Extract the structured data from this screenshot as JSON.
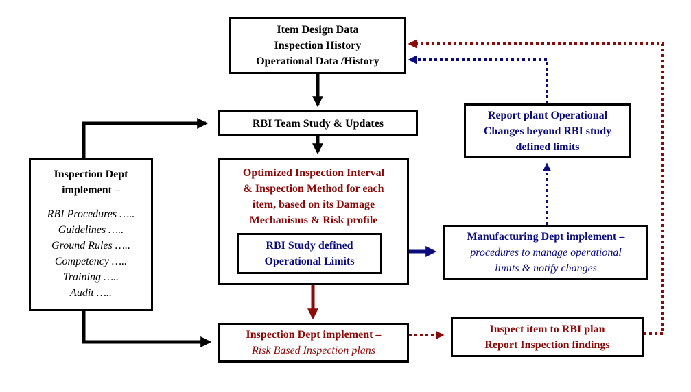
{
  "colors": {
    "black": "#000000",
    "dark_red": "#8b0a0a",
    "navy": "#0c0c7e"
  },
  "data_sources": {
    "lines": [
      "Item Design Data",
      "Inspection History",
      "Operational Data /History"
    ]
  },
  "rbi_team": {
    "label": "RBI Team Study & Updates"
  },
  "optimized": {
    "lines": [
      "Optimized Inspection Interval",
      "& Inspection Method for each",
      "item, based on its Damage",
      "Mechanisms & Risk profile"
    ]
  },
  "limits": {
    "lines": [
      "RBI Study defined",
      "Operational Limits"
    ]
  },
  "insp_left": {
    "title": [
      "Inspection Dept",
      "implement –"
    ],
    "items": [
      "RBI Procedures …..",
      "Guidelines …..",
      "Ground Rules …..",
      "Competency …..",
      "Training …..",
      "Audit ….."
    ]
  },
  "report_plant": {
    "lines": [
      "Report plant Operational",
      "Changes beyond RBI study",
      "defined limits"
    ]
  },
  "manufacturing": {
    "title": "Manufacturing Dept implement –",
    "lines": [
      "procedures to manage operational",
      "limits & notify changes"
    ]
  },
  "insp_bottom": {
    "title": "Inspection Dept implement –",
    "subtitle": "Risk Based Inspection plans"
  },
  "inspect_item": {
    "lines": [
      "Inspect item to RBI plan",
      "Report Inspection findings"
    ]
  }
}
